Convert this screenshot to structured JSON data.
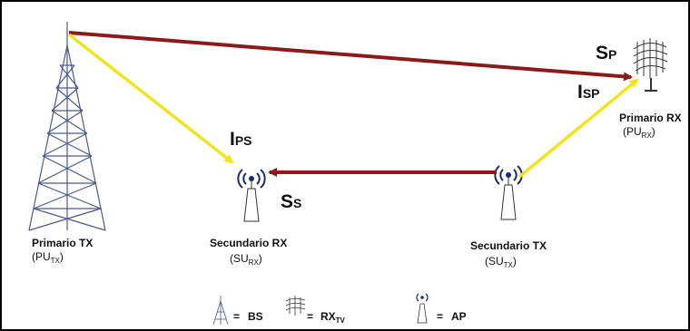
{
  "colors": {
    "primary_link": "#8b1a1a",
    "interference_link": "#f2e41c",
    "tower": "#4a5a8c",
    "background": "#ffffff"
  },
  "nodes": {
    "primary_tx": {
      "name": "Primario TX",
      "code_main": "(PU",
      "code_sub": "TX",
      "code_end": ")",
      "icon": "tower-icon"
    },
    "primary_rx": {
      "name": "Primario RX",
      "code_main": "(PU",
      "code_sub": "RX",
      "code_end": ")",
      "icon": "antenna-icon"
    },
    "secondary_rx": {
      "name": "Secundario RX",
      "code_main": "(SU",
      "code_sub": "RX",
      "code_end": ")",
      "icon": "access-point-icon"
    },
    "secondary_tx": {
      "name": "Secundario TX",
      "code_main": "(SU",
      "code_sub": "TX",
      "code_end": ")",
      "icon": "access-point-icon"
    }
  },
  "signals": {
    "sp": {
      "big": "S",
      "small": "P"
    },
    "isp": {
      "big": "I",
      "small": "SP"
    },
    "ips": {
      "big": "I",
      "small": "PS"
    },
    "ss": {
      "big": "S",
      "small": "S"
    }
  },
  "legend": [
    {
      "icon": "tower-icon",
      "eq": "=",
      "label": "BS",
      "sub": ""
    },
    {
      "icon": "antenna-icon",
      "eq": "=",
      "label": "RX",
      "sub": "TV"
    },
    {
      "icon": "access-point-icon",
      "eq": "=",
      "label": "AP",
      "sub": ""
    }
  ]
}
